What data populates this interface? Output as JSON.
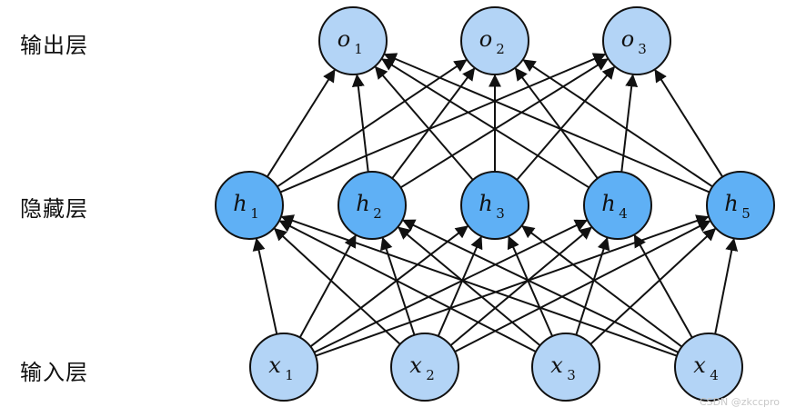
{
  "layers": {
    "output": {
      "label": "输出层",
      "nodes": [
        {
          "var": "o",
          "sub": "1"
        },
        {
          "var": "o",
          "sub": "2"
        },
        {
          "var": "o",
          "sub": "3"
        }
      ]
    },
    "hidden": {
      "label": "隐藏层",
      "nodes": [
        {
          "var": "h",
          "sub": "1"
        },
        {
          "var": "h",
          "sub": "2"
        },
        {
          "var": "h",
          "sub": "3"
        },
        {
          "var": "h",
          "sub": "4"
        },
        {
          "var": "h",
          "sub": "5"
        }
      ]
    },
    "input": {
      "label": "输入层",
      "nodes": [
        {
          "var": "x",
          "sub": "1"
        },
        {
          "var": "x",
          "sub": "2"
        },
        {
          "var": "x",
          "sub": "3"
        },
        {
          "var": "x",
          "sub": "4"
        }
      ]
    }
  },
  "colors": {
    "output_fill": "#b3d4f6",
    "hidden_fill": "#5fb0f5",
    "input_fill": "#b3d4f6",
    "stroke": "#111111",
    "edge": "#111111"
  },
  "watermark": "CSDN @zkccpro"
}
